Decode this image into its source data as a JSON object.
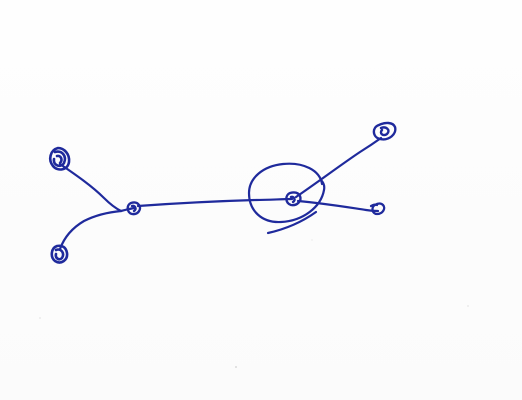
{
  "diagram": {
    "kind": "hand-drawn node-link sketch",
    "ink_color": "#1f2a9c",
    "paper_color": "#fdfdfd",
    "node_count": 6,
    "edge_count": 5,
    "highlighted_node": "center-right",
    "labels": []
  }
}
